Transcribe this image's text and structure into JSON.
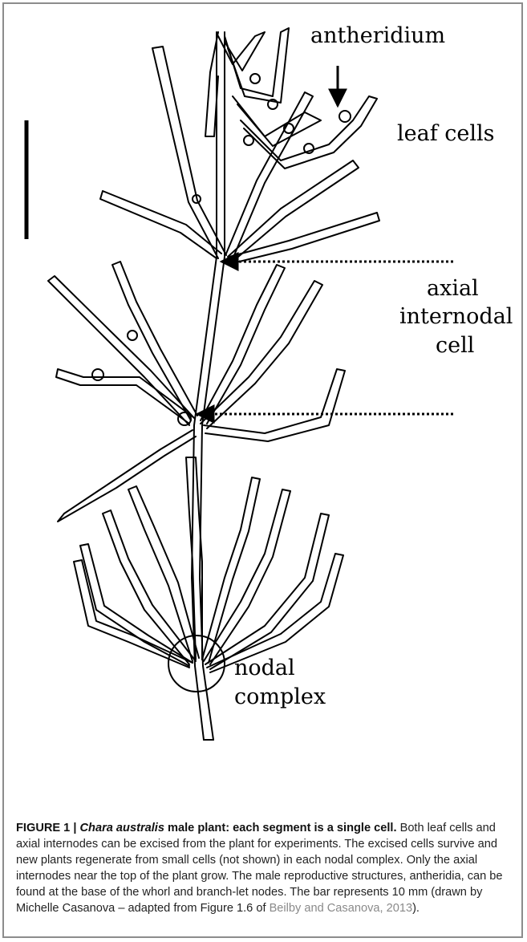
{
  "labels": {
    "antheridium": "antheridium",
    "leaf_cells": "leaf cells",
    "axial_line1": "axial",
    "axial_line2": "internodal",
    "axial_line3": "cell",
    "nodal_line1": "nodal",
    "nodal_line2": "complex"
  },
  "caption": {
    "figure_number": "FIGURE 1 |",
    "species": "Chara australis",
    "headline_rest": " male plant: each segment is a single cell.",
    "body": " Both leaf cells and axial internodes can be excised from the plant for experiments. The excised cells survive and new plants regenerate from small cells (not shown) in each nodal complex. Only the axial internodes near the top of the plant grow. The male reproductive structures, antheridia, can be found at the base of the whorl and branch-let nodes. The bar represents 10 mm (drawn by Michelle Casanova – adapted from Figure 1.6 of ",
    "citation": "Beilby and Casanova, 2013",
    "closing": ")."
  },
  "colors": {
    "border": "#8c8c8c",
    "citation": "#8a8a8a",
    "ink": "#000000"
  }
}
